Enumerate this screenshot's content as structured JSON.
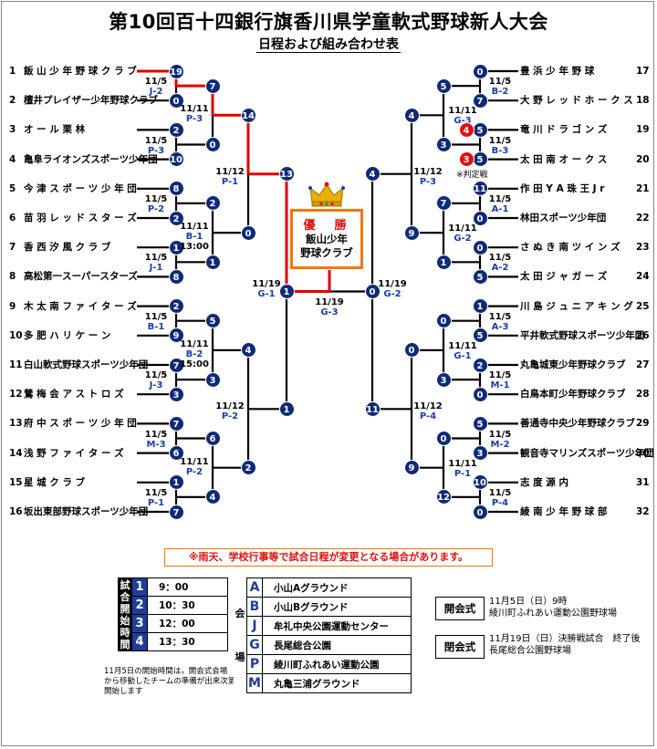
{
  "title": "第10回百十四銀行旗香川県学童軟式野球新人大会",
  "subtitle": "日程および組み合わせ表",
  "left_teams": [
    {
      "num": "1",
      "name": "飯 山 少 年 野 球 ク ラ ブ"
    },
    {
      "num": "2",
      "name": "檀井プレイザー少年野球クラブ"
    },
    {
      "num": "3",
      "name": "オ ー ル 栗 林"
    },
    {
      "num": "4",
      "name": "亀阜ライオンズスポーツ少年団"
    },
    {
      "num": "5",
      "name": "今 津 ス ポ ー ツ 少 年 団"
    },
    {
      "num": "6",
      "name": "苗 羽 レ ッ ド ス タ ー ズ"
    },
    {
      "num": "7",
      "name": "香 西 汐 風 ク ラ ブ"
    },
    {
      "num": "8",
      "name": "高松第一スーパースターズ"
    },
    {
      "num": "9",
      "name": "木 太 南 フ ァ イ タ ー ズ"
    },
    {
      "num": "10",
      "name": "多 肥 ハ リ ケ ー ン"
    },
    {
      "num": "11",
      "name": "白山軟式野球スポーツ少年団"
    },
    {
      "num": "12",
      "name": "鶯 梅 会 ア ス ト ロ ズ"
    },
    {
      "num": "13",
      "name": "府 中 ス ポ ー ツ 少 年 団"
    },
    {
      "num": "14",
      "name": "浅 野 フ ァ イ タ ー ズ"
    },
    {
      "num": "15",
      "name": "星 城 ク ラ ブ"
    },
    {
      "num": "16",
      "name": "坂出東部野球スポーツ少年団"
    }
  ],
  "right_teams": [
    {
      "num": "17",
      "name": "豊 浜 少 年 野 球"
    },
    {
      "num": "18",
      "name": "大 野 レ ッ ド ホ ー ク ス"
    },
    {
      "num": "19",
      "name": "竜 川 ド ラ ゴ ン ズ"
    },
    {
      "num": "20",
      "name": "太 田 南 オ ー ク ス"
    },
    {
      "num": "21",
      "name": "作 田 Y A 珠 王 J r"
    },
    {
      "num": "22",
      "name": "林田スポーツ少年団"
    },
    {
      "num": "23",
      "name": "さ ぬ き 南 ツ イ ン ズ"
    },
    {
      "num": "24",
      "name": "太 田 ジ ャ ガ ー ズ"
    },
    {
      "num": "25",
      "name": "川 島 ジ ュ ニ ア キ ン グ"
    },
    {
      "num": "26",
      "name": "平井軟式野球スポーツ少年団"
    },
    {
      "num": "27",
      "name": "丸亀城東少年野球クラブ"
    },
    {
      "num": "28",
      "name": "白鳥本町少年野球クラブ"
    },
    {
      "num": "29",
      "name": "善通寺中央少年野球クラブ"
    },
    {
      "num": "30",
      "name": "観音寺マリンズスポーツ少年団"
    },
    {
      "num": "31",
      "name": "志 度 源 内"
    },
    {
      "num": "32",
      "name": "綾 南 少 年 野 球 部"
    }
  ],
  "scores": {
    "r1_left": [
      "19",
      "0",
      "2",
      "10",
      "8",
      "2",
      "1",
      "8",
      "2",
      "9",
      "7",
      "3",
      "7",
      "6",
      "1",
      "7"
    ],
    "r2_left": [
      "7",
      "0",
      "2",
      "1",
      "5",
      "3",
      "6",
      "4"
    ],
    "r3_left": [
      "14",
      "0",
      "4",
      "2"
    ],
    "r4_left": [
      "13",
      "1"
    ],
    "final_left": "1",
    "r1_right": [
      "0",
      "7",
      "5",
      "5",
      "11",
      "0",
      "0",
      "5",
      "1",
      "5",
      "2",
      "0",
      "5",
      "3",
      "10",
      "0"
    ],
    "r2_right": [
      "5",
      "3",
      "7",
      "1",
      "0",
      "3",
      "0",
      "12"
    ],
    "r3_right": [
      "4",
      "9",
      "0",
      "9"
    ],
    "r4_right": [
      "4",
      "11"
    ],
    "final_right": "0",
    "pk_red": [
      "4",
      "3"
    ]
  },
  "match_labels": {
    "l_r1": [
      {
        "date": "11/5",
        "code": "J-2"
      },
      {
        "date": "11/5",
        "code": "P-3"
      },
      {
        "date": "11/5",
        "code": "P-2"
      },
      {
        "date": "11/5",
        "code": "J-1"
      },
      {
        "date": "11/5",
        "code": "B-1"
      },
      {
        "date": "11/5",
        "code": "J-3"
      },
      {
        "date": "11/5",
        "code": "M-3"
      },
      {
        "date": "11/5",
        "code": "P-1"
      }
    ],
    "l_r2": [
      {
        "date": "11/11",
        "code": "P-3",
        "time": ""
      },
      {
        "date": "11/11",
        "code": "B-1",
        "time": "13:00"
      },
      {
        "date": "11/11",
        "code": "B-2",
        "time": "15:00"
      },
      {
        "date": "11/11",
        "code": "P-2",
        "time": ""
      }
    ],
    "l_r3": [
      {
        "date": "11/12",
        "code": "P-1"
      },
      {
        "date": "11/12",
        "code": "P-2"
      }
    ],
    "l_semi": {
      "date": "11/19",
      "code": "G-1"
    },
    "final": {
      "date": "11/19",
      "code": "G-3"
    },
    "r_semi": {
      "date": "11/19",
      "code": "G-2"
    },
    "r_r1": [
      {
        "date": "11/5",
        "code": "B-2"
      },
      {
        "date": "11/5",
        "code": "B-3"
      },
      {
        "date": "11/5",
        "code": "A-1"
      },
      {
        "date": "11/5",
        "code": "A-2"
      },
      {
        "date": "11/5",
        "code": "A-3"
      },
      {
        "date": "11/5",
        "code": "M-1"
      },
      {
        "date": "11/5",
        "code": "M-2"
      },
      {
        "date": "11/5",
        "code": "P-4"
      }
    ],
    "r_r2": [
      {
        "date": "11/11",
        "code": "G-3"
      },
      {
        "date": "11/11",
        "code": "G-2"
      },
      {
        "date": "11/11",
        "code": "G-1"
      },
      {
        "date": "11/11",
        "code": "P-1"
      }
    ],
    "r_r3": [
      {
        "date": "11/12",
        "code": "P-3"
      },
      {
        "date": "11/12",
        "code": "P-4"
      }
    ]
  },
  "winner": {
    "label": "優　勝",
    "team_line1": "飯山少年",
    "team_line2": "野球クラブ"
  },
  "judge_note": "※判定戦",
  "notice": "※雨天、学校行事等で試合日程が変更となる場合があります。",
  "time_table": {
    "header": "試合開始時間",
    "rows": [
      {
        "key": "1",
        "time": "9：00"
      },
      {
        "key": "2",
        "time": "10：30"
      },
      {
        "key": "3",
        "time": "12：00"
      },
      {
        "key": "4",
        "time": "13：30"
      }
    ],
    "note": "11月5日の開始時間は，開会式会場\nから移動したチームの準備が出来次第\n開始します"
  },
  "venue_table": {
    "header": "会場",
    "rows": [
      {
        "key": "A",
        "name": "小山Aグラウンド"
      },
      {
        "key": "B",
        "name": "小山Bグラウンド"
      },
      {
        "key": "J",
        "name": "牟礼中央公園運動センター"
      },
      {
        "key": "G",
        "name": "長尾総合公園"
      },
      {
        "key": "P",
        "name": "綾川町ふれあい運動公園"
      },
      {
        "key": "M",
        "name": "丸亀三浦グラウンド"
      }
    ]
  },
  "ceremonies": [
    {
      "label": "開会式",
      "detail": "11月5日（日）9時\n綾川町ふれあい運動公園野球場"
    },
    {
      "label": "閉会式",
      "detail": "11月19日（日）決勝戦試合　終了後\n長尾総合公園野球場"
    }
  ],
  "colors": {
    "line": "#000000",
    "win_line": "#e00000",
    "ball": "#0f2a78",
    "code": "#1a3fa6",
    "accent": "#f07800",
    "red": "#e01010"
  }
}
